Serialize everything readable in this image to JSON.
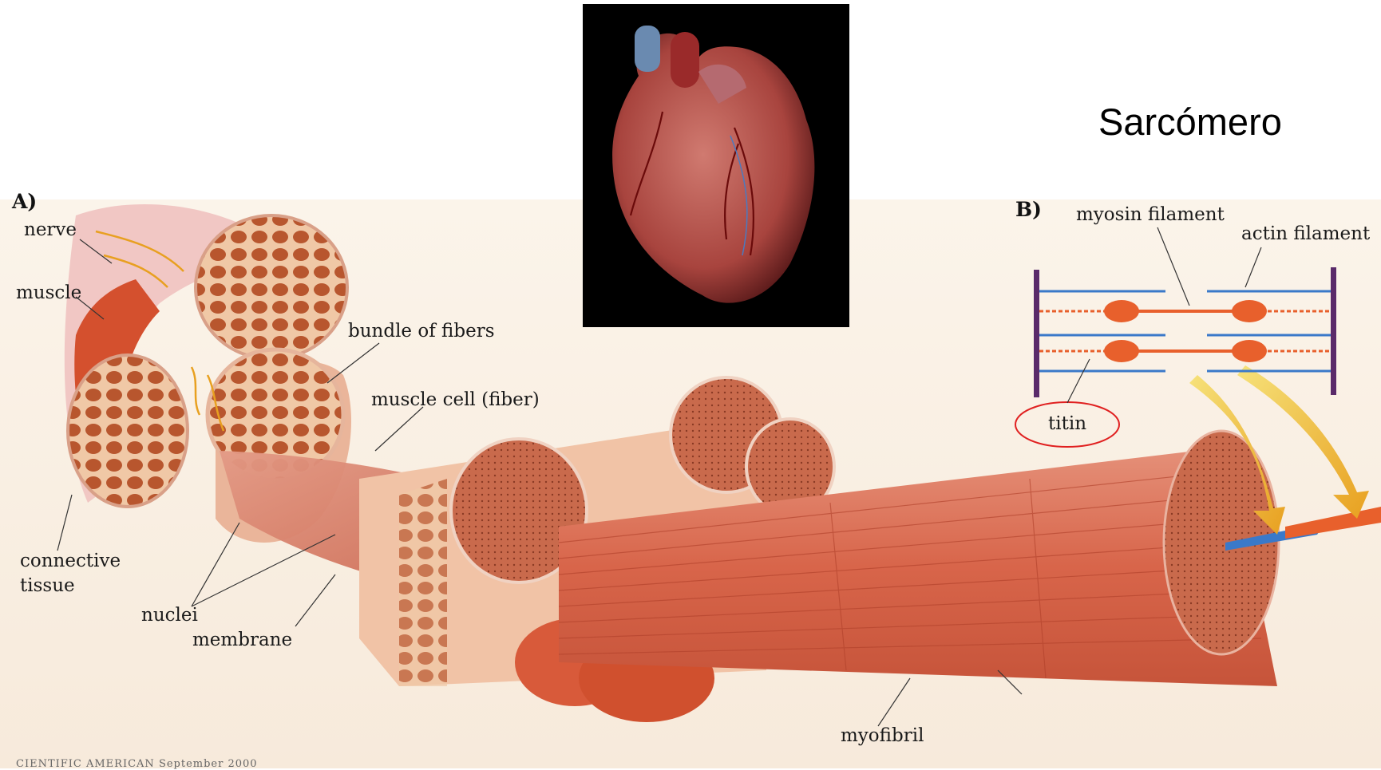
{
  "title": "Sarcómero",
  "panel_a": {
    "letter": "A)",
    "labels": {
      "nerve": "nerve",
      "muscle": "muscle",
      "bundle": "bundle of fibers",
      "cell": "muscle cell (fiber)",
      "connective": "connective",
      "tissue": "tissue",
      "nuclei": "nuclei",
      "membrane": "membrane",
      "myofibril": "myofibril"
    },
    "credit": "CIENTIFIC AMERICAN  September 2000"
  },
  "panel_b": {
    "letter": "B)",
    "labels": {
      "myosin": "myosin filament",
      "actin": "actin filament",
      "titin": "titin"
    }
  },
  "colors": {
    "muscle_red": "#c8452a",
    "fiber_orange": "#e0603a",
    "myosin_orange": "#e8602c",
    "actin_blue": "#3a79c9",
    "z_line_purple": "#5a2a6a",
    "highlight_red": "#e02020",
    "heart_bg": "#000000"
  }
}
